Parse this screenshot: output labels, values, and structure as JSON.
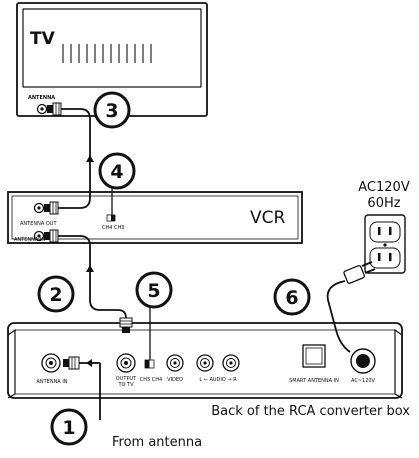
{
  "tv": {
    "title": "TV",
    "antenna_label": "ANTENNA"
  },
  "vcr": {
    "title": "VCR",
    "antenna_out_label": "ANTENNA OUT",
    "antenna_in_label": "ANTENNA IN",
    "channel_switch_label": "CH4  CH3"
  },
  "power": {
    "line1": "AC120V",
    "line2": "60Hz"
  },
  "converter_box": {
    "antenna_in_label": "ANTENNA IN",
    "output_label_line1": "OUTPUT",
    "output_label_line2": "TO TV",
    "channel_switch_label": "CH3  CH4",
    "video_label": "VIDEO",
    "audio_label": "L ← AUDIO → R",
    "smart_antenna_label": "SMART ANTENNA IN",
    "ac_label": "AC~120V",
    "caption": "Back of the RCA converter box"
  },
  "antenna": {
    "label": "From antenna"
  },
  "steps": [
    "1",
    "2",
    "3",
    "4",
    "5",
    "6"
  ]
}
